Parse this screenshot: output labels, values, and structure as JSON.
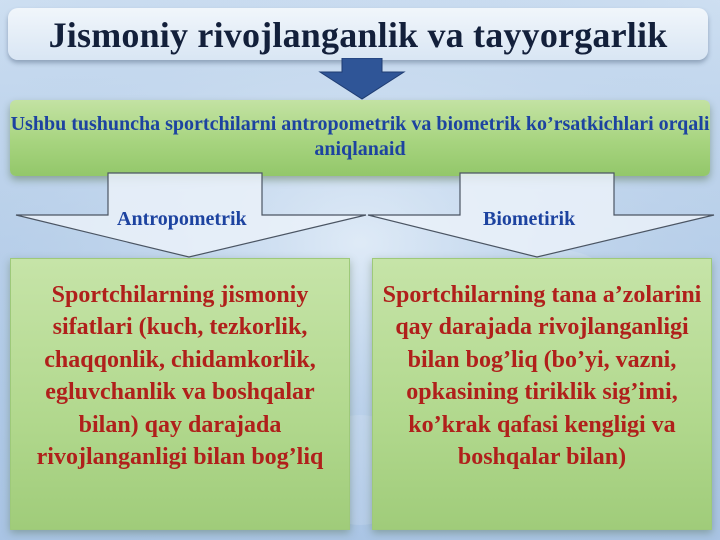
{
  "title": "Jismoniy rivojlanganlik va tayyorgarlik",
  "definition": "Ushbu tushuncha sportchilarni antropometrik va biometrik ko’rsatkichlari orqali aniqlanaid",
  "branches": [
    {
      "label": "Antropometrik",
      "description": "Sportchilarning jismoniy sifatlari (kuch, tezkorlik, chaqqonlik, chidamkorlik, egluvchanlik va boshqalar bilan) qay darajada rivojlanganligi bilan bog’liq"
    },
    {
      "label": "Biometirik",
      "description": "Sportchilarning tana a’zolarini qay darajada rivojlanganligi bilan bog’liq (bo’yi, vazni, opkasining tiriklik sig’imi, ko’krak qafasi kengligi va boshqalar bilan)"
    }
  ],
  "colors": {
    "title_text": "#13203b",
    "label_text": "#1d43a0",
    "body_text": "#b0201b",
    "green_fill": "#a7d47f",
    "arrow_fill": "#2f5597"
  }
}
